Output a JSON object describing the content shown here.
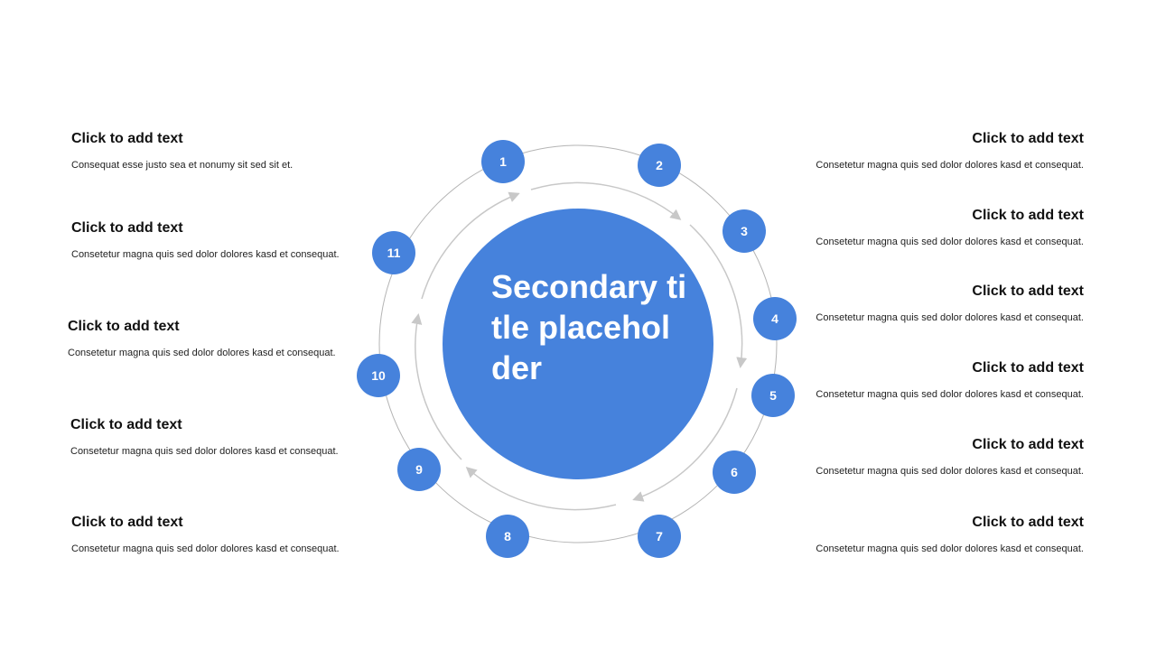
{
  "center_title": "Secondary title placeholder",
  "nodes": [
    "1",
    "2",
    "3",
    "4",
    "5",
    "6",
    "7",
    "8",
    "9",
    "10",
    "11"
  ],
  "left_items": [
    {
      "title": "Click to add text",
      "desc": "Consequat esse justo sea et nonumy sit sed sit et."
    },
    {
      "title": "Click to add text",
      "desc": "Consetetur magna quis sed dolor dolores kasd et consequat."
    },
    {
      "title": "Click to add text",
      "desc": "Consetetur magna quis sed dolor dolores kasd et consequat."
    },
    {
      "title": "Click to add text",
      "desc": "Consetetur magna quis sed dolor dolores kasd et consequat."
    },
    {
      "title": "Click to add text",
      "desc": "Consetetur magna quis sed dolor dolores kasd et consequat."
    }
  ],
  "right_items": [
    {
      "title": "Click to add text",
      "desc": "Consetetur magna quis sed dolor dolores kasd et consequat."
    },
    {
      "title": "Click to add text",
      "desc": "Consetetur magna quis sed dolor dolores kasd et consequat."
    },
    {
      "title": "Click to add text",
      "desc": "Consetetur magna quis sed dolor dolores kasd et consequat."
    },
    {
      "title": "Click to add text",
      "desc": "Consetetur magna quis sed dolor dolores kasd et consequat."
    },
    {
      "title": "Click to add text",
      "desc": "Consetetur magna quis sed dolor dolores kasd et consequat."
    },
    {
      "title": "Click to add text",
      "desc": "Consetetur magna quis sed dolor dolores kasd et consequat."
    }
  ],
  "colors": {
    "accent": "#4682dc",
    "ring": "#b4b4b4"
  }
}
